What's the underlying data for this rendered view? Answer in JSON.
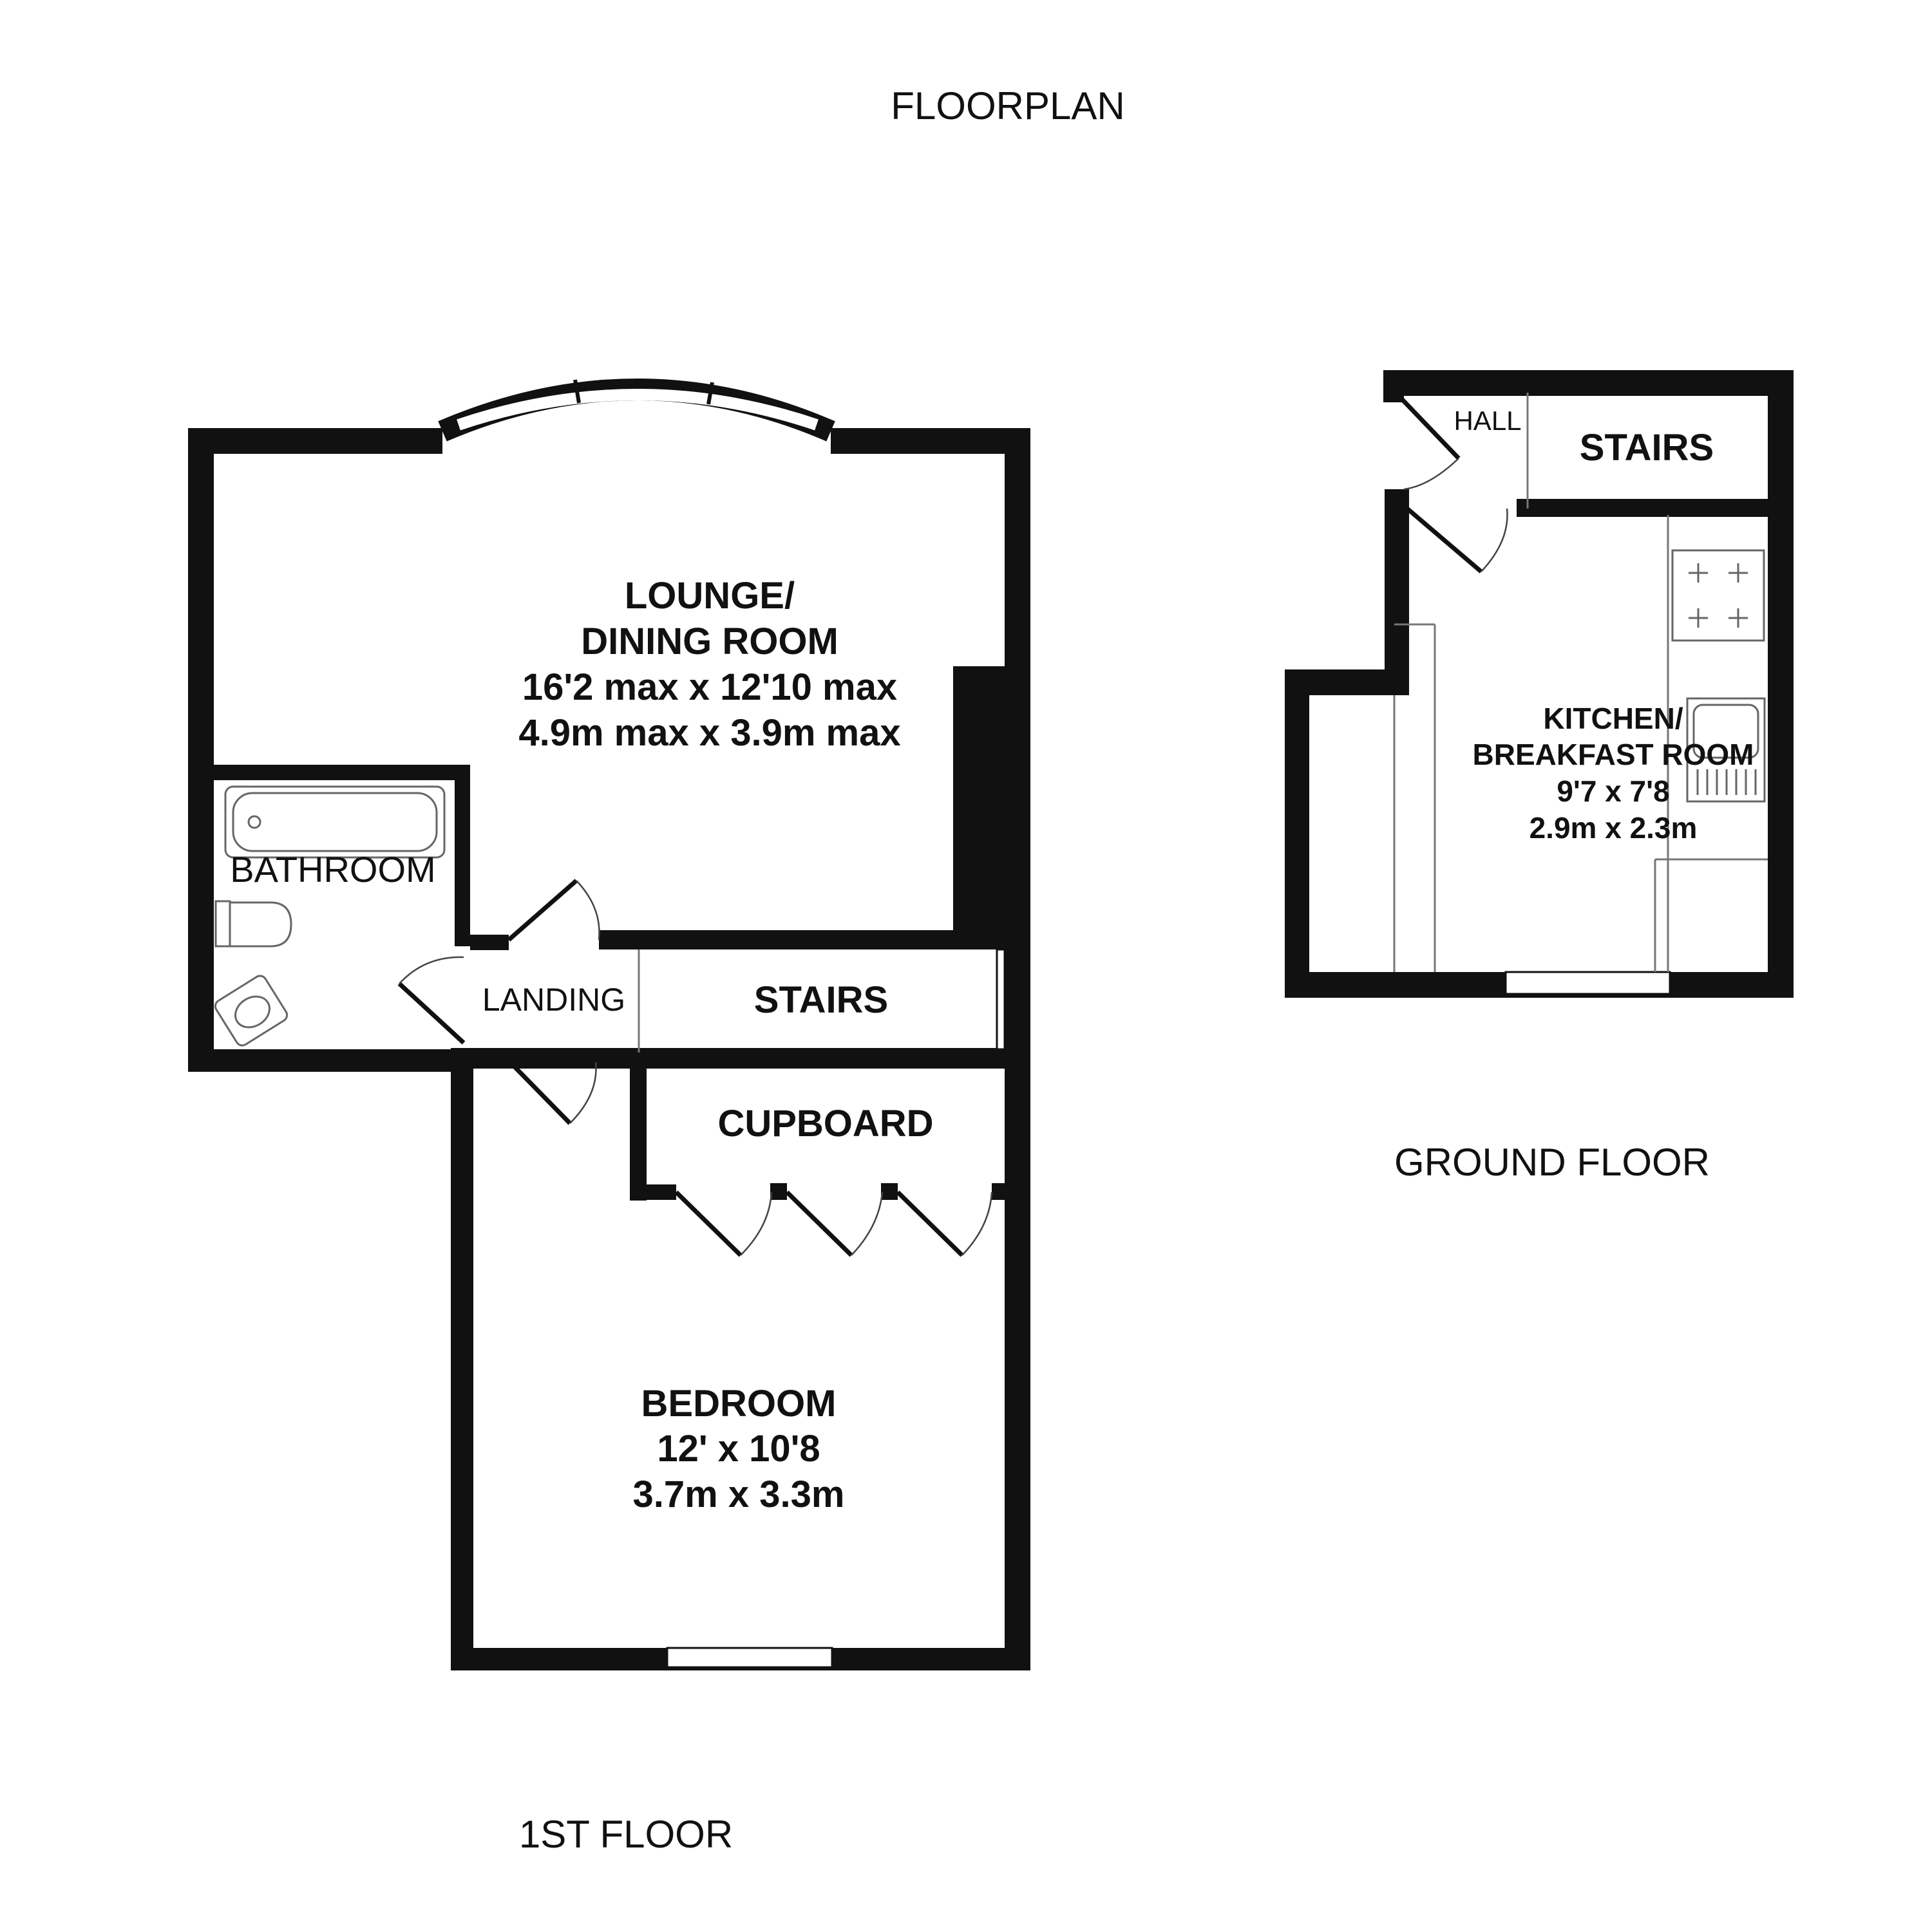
{
  "page": {
    "title": "FLOORPLAN"
  },
  "first_floor": {
    "caption": "1ST FLOOR",
    "lounge": {
      "line1": "LOUNGE/",
      "line2": "DINING ROOM",
      "imperial": "16'2 max x 12'10 max",
      "metric": "4.9m max x 3.9m max"
    },
    "bathroom": {
      "name": "BATHROOM"
    },
    "landing": {
      "name": "LANDING"
    },
    "stairs": {
      "name": "STAIRS"
    },
    "cupboard": {
      "name": "CUPBOARD"
    },
    "bedroom": {
      "name": "BEDROOM",
      "imperial": "12' x 10'8",
      "metric": "3.7m x 3.3m"
    }
  },
  "ground_floor": {
    "caption": "GROUND FLOOR",
    "hall": {
      "name": "HALL"
    },
    "stairs": {
      "name": "STAIRS"
    },
    "kitchen": {
      "line1": "KITCHEN/",
      "line2": "BREAKFAST ROOM",
      "imperial": "9'7 x 7'8",
      "metric": "2.9m x 2.3m"
    }
  }
}
